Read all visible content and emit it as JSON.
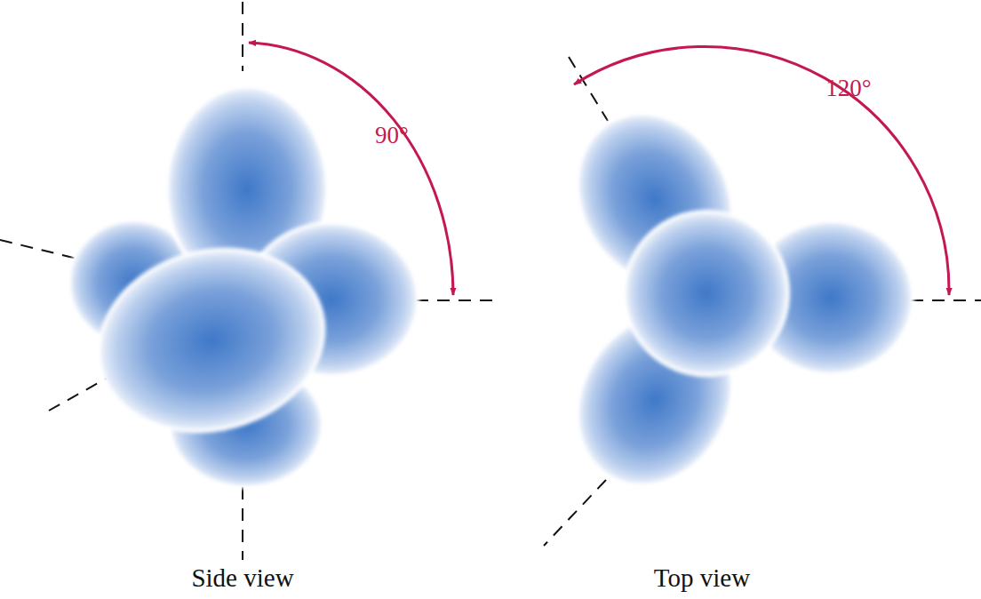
{
  "diagram": {
    "labels": [
      "90°",
      "120°",
      "Side view",
      "Top view"
    ]
  }
}
